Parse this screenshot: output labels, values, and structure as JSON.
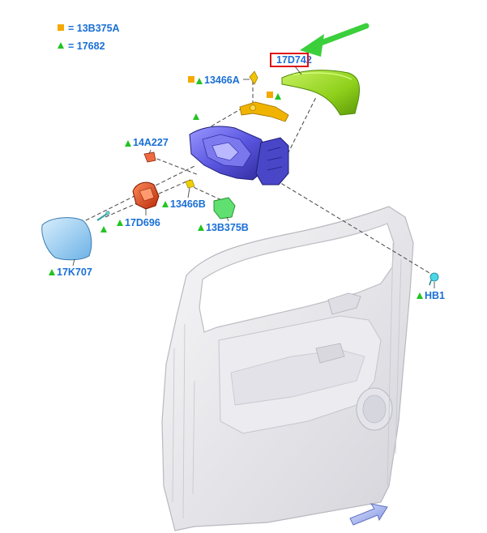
{
  "legend": [
    {
      "marker": "square-orange",
      "text": "= 13B375A"
    },
    {
      "marker": "triangle-green",
      "text": "= 17682"
    }
  ],
  "callouts": {
    "c17D742": "17D742",
    "c13466A": "13466A",
    "c14A227": "14A227",
    "c13466B": "13466B",
    "c17D696": "17D696",
    "c13B375B": "13B375B",
    "c17K707": "17K707",
    "cHB1": "HB1"
  },
  "colors": {
    "label": "#1a6fd6",
    "marker_orange": "#f5a800",
    "marker_green": "#22c422",
    "highlight_box": "#e01010",
    "pointer_arrow": "#3ccf3c",
    "mirror_cap": "#8fd11c",
    "mirror_housing": "#5a56e0",
    "bracket": "#f0b400",
    "motor": "#e8401e",
    "glass": "#8ec8f0",
    "clip_green": "#5fe070",
    "door": "#e6e6ea",
    "nav_arrow": "#8aa0e8"
  },
  "icons": [
    "pointer-arrow-icon",
    "navigation-arrow-icon"
  ]
}
